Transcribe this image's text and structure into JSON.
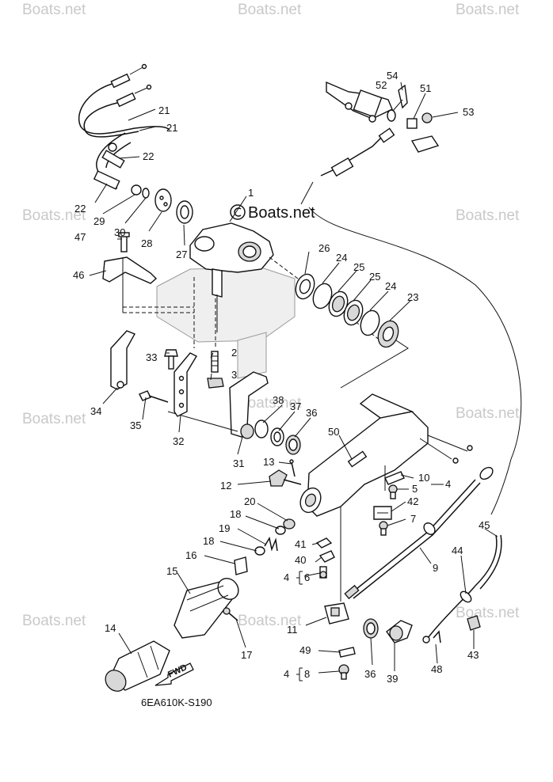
{
  "diagram": {
    "code": "6EA610K-S190",
    "fwd_label": "FWD",
    "watermark_main": "Boats.net",
    "watermark_faint": "Boats.net",
    "labels": {
      "p1": "1",
      "p2": "2",
      "p3": "3",
      "p4a": "4",
      "p4b": "4",
      "p4c": "4",
      "p5": "5",
      "p6": "6",
      "p7": "7",
      "p8": "8",
      "p9": "9",
      "p10": "10",
      "p11": "11",
      "p12": "12",
      "p13": "13",
      "p14": "14",
      "p15": "15",
      "p16": "16",
      "p17": "17",
      "p18a": "18",
      "p18b": "18",
      "p19": "19",
      "p20": "20",
      "p21a": "21",
      "p21b": "21",
      "p22a": "22",
      "p22b": "22",
      "p23": "23",
      "p24a": "24",
      "p24b": "24",
      "p25a": "25",
      "p25b": "25",
      "p26": "26",
      "p27": "27",
      "p28": "28",
      "p29": "29",
      "p30": "30",
      "p31": "31",
      "p32": "32",
      "p33": "33",
      "p34": "34",
      "p35": "35",
      "p36a": "36",
      "p36b": "36",
      "p37": "37",
      "p38": "38",
      "p39": "39",
      "p40": "40",
      "p41": "41",
      "p42": "42",
      "p43": "43",
      "p44": "44",
      "p45": "45",
      "p46": "46",
      "p47": "47",
      "p48": "48",
      "p49": "49",
      "p50": "50",
      "p51": "51",
      "p52": "52",
      "p53": "53",
      "p54": "54"
    },
    "icons": {
      "copyright": "copyright-symbol",
      "fwd_arrow": "arrow-down-left-icon"
    }
  }
}
